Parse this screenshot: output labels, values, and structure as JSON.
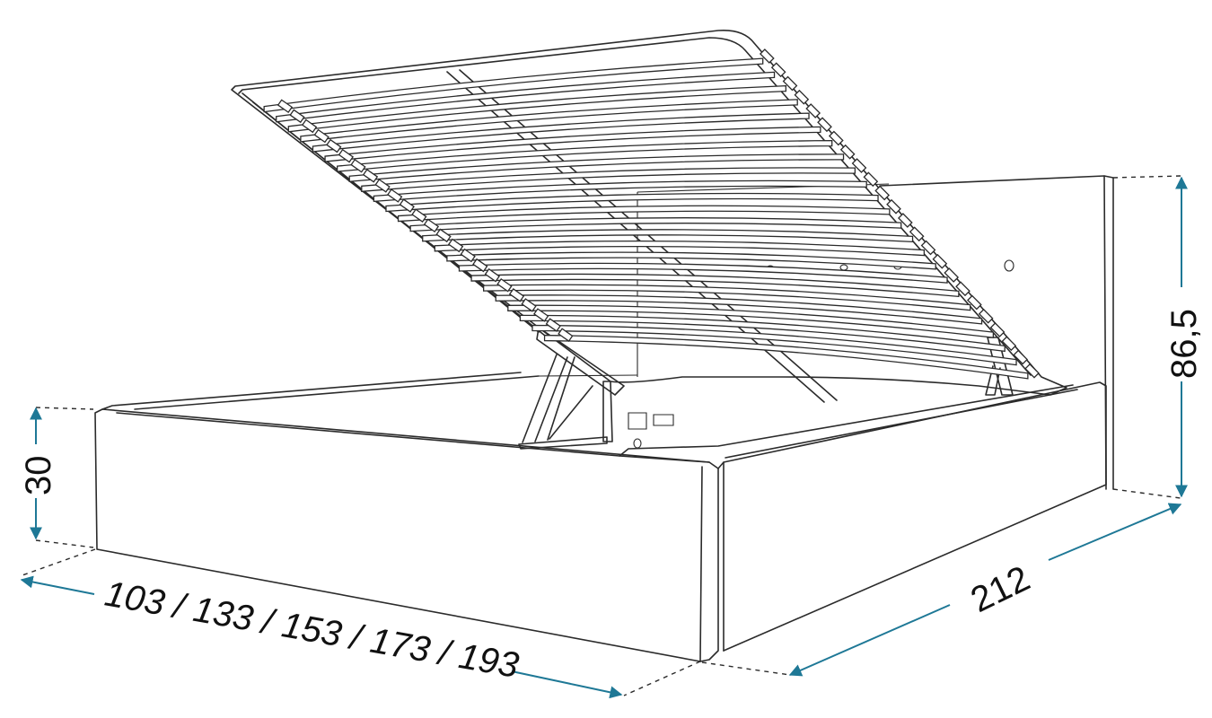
{
  "figure": {
    "subject": "upholstered storage bed with gas-lift slatted frame",
    "colors": {
      "outline": "#2b2b2b",
      "dimension": "#1e7896",
      "text": "#111111",
      "background": "#ffffff"
    }
  },
  "dimensions": {
    "height_side": "30",
    "headboard_height": "86,5",
    "length": "212",
    "widths": "103 / 133 / 153 / 173 / 193"
  }
}
